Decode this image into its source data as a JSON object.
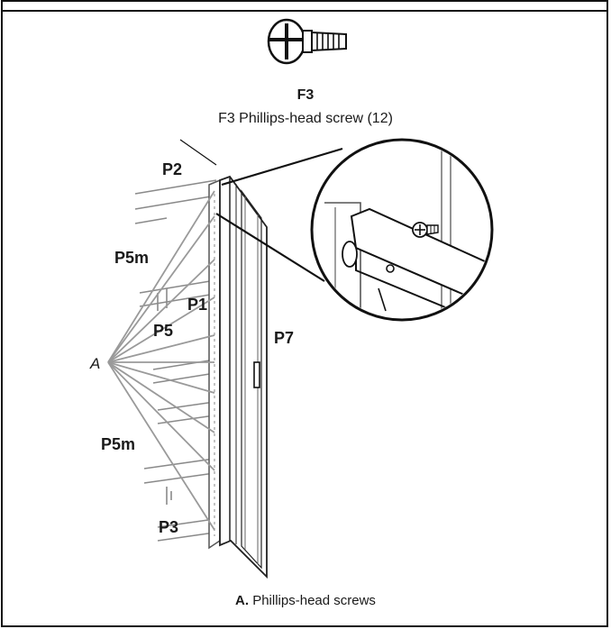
{
  "hardware": {
    "code": "F3",
    "description": "F3 Phillips-head screw (12)",
    "icon": "phillips-screw-icon"
  },
  "parts": {
    "p2": "P2",
    "p5m_top": "P5m",
    "p1": "P1",
    "p5": "P5",
    "p7": "P7",
    "p5m_bottom": "P5m",
    "p3": "P3"
  },
  "callout_letter": "A",
  "caption": {
    "letter": "A.",
    "text": " Phillips-head screws"
  }
}
